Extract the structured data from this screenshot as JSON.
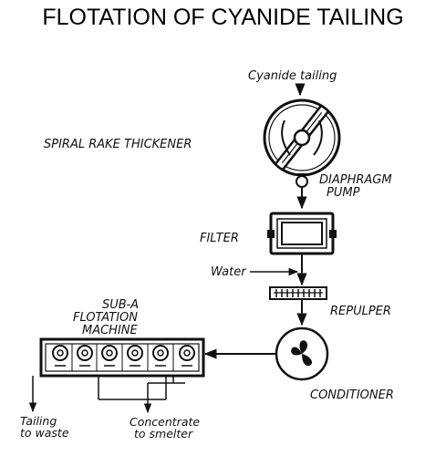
{
  "title": "FLOTATION OF CYANIDE TAILING",
  "labels": {
    "feed": "Cyanide tailing",
    "thickener": "SPIRAL RAKE THICKENER",
    "pump_line1": "DIAPHRAGM",
    "pump_line2": "PUMP",
    "filter": "FILTER",
    "water": "Water",
    "repulper": "REPULPER",
    "flotation_line1": "SUB-A",
    "flotation_line2": "FLOTATION",
    "flotation_line3": "MACHINE",
    "conditioner": "CONDITIONER",
    "tailing_line1": "Tailing",
    "tailing_line2": "to waste",
    "concentrate_line1": "Concentrate",
    "concentrate_line2": "to smelter"
  }
}
